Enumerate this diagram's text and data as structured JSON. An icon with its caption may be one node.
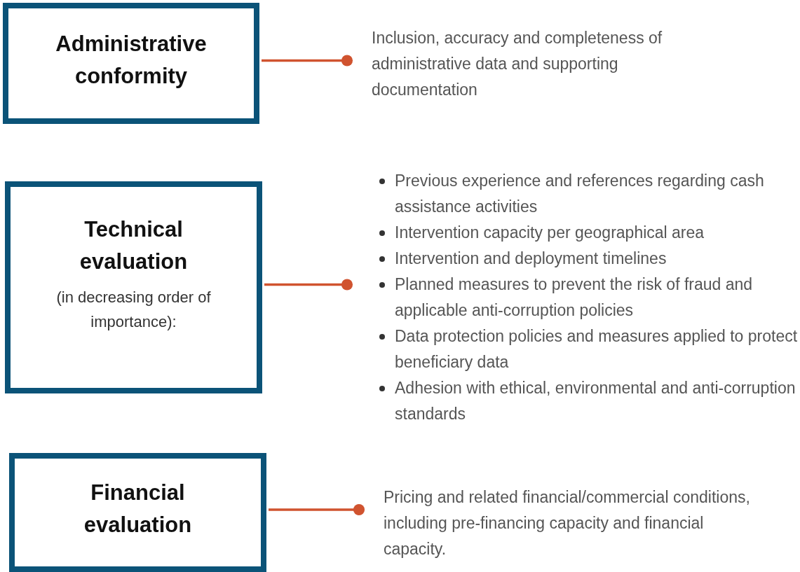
{
  "diagram": {
    "nodes": [
      {
        "text": [
          "Administrative conformity"
        ]
      },
      {
        "text": [
          "Inclusion, accuracy and completeness of administrative data and supporting documentation"
        ]
      },
      {
        "text": [
          "Technical evaluation",
          "(in decreasing order of importance):"
        ]
      },
      {
        "text": [
          "Previous experience and references regarding cash assistance activities",
          "Intervention capacity per geographical area",
          "Intervention and deployment timelines",
          "Planned measures to prevent the risk of fraud and applicable anti-corruption policies",
          "Data protection policies and measures applied to protect beneficiary data",
          "Adhesion with ethical, environmental and anti-corruption standards"
        ]
      },
      {
        "text": [
          "Financial evaluation"
        ]
      },
      {
        "text": [
          "Pricing and related financial/commercial conditions, including pre-financing capacity and financial capacity."
        ]
      }
    ],
    "edges": [
      {
        "from": 0,
        "to": 1,
        "arrow": "other"
      },
      {
        "from": 2,
        "to": 3,
        "arrow": "other"
      },
      {
        "from": 4,
        "to": 5,
        "arrow": "other"
      }
    ]
  }
}
